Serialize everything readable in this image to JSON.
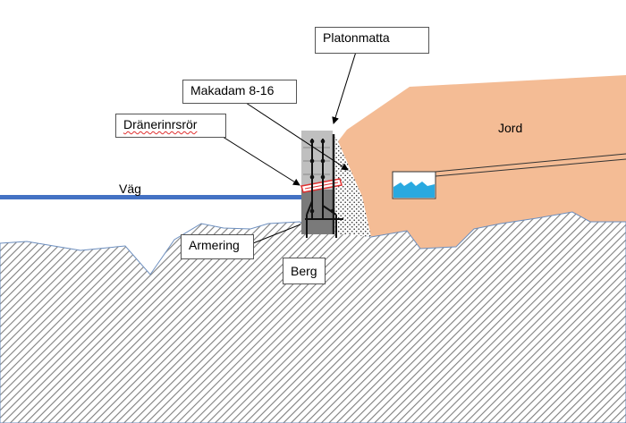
{
  "labels": {
    "platonmatta": "Platonmatta",
    "makadam": "Makadam 8-16",
    "dranerinrsror": "Dränerinrsrör",
    "jord": "Jord",
    "vag": "Väg",
    "armering": "Armering",
    "berg": "Berg"
  },
  "colors": {
    "bedrock_hatch": "#7f7f7f",
    "soil": "#f4bc95",
    "road": "#4472c4",
    "water": "#29a9e0",
    "wall_light": "#bfbfbf",
    "wall_dark": "#7a7a7a",
    "pipe": "#e03030"
  }
}
